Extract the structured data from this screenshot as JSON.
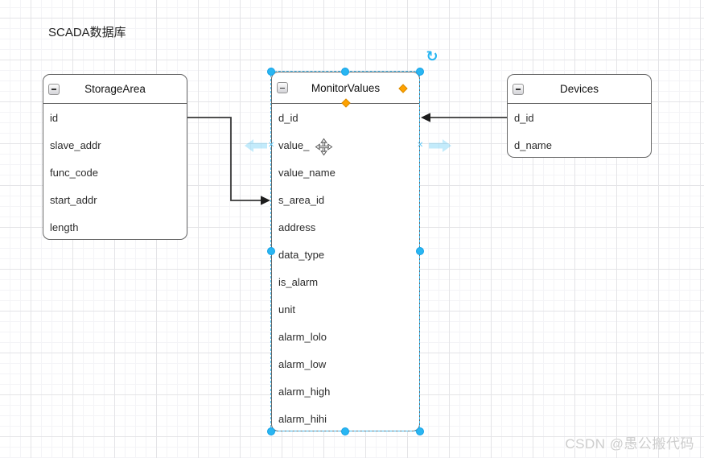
{
  "title": {
    "text": "SCADA数据库"
  },
  "watermark": {
    "text": "CSDN @愚公搬代码"
  },
  "diagram": {
    "entities": [
      {
        "name": "StorageArea",
        "fields": [
          "id",
          "slave_addr",
          "func_code",
          "start_addr",
          "length"
        ]
      },
      {
        "name": "MonitorValues",
        "selected": true,
        "fields": [
          "d_id",
          "value_",
          "value_name",
          "s_area_id",
          "address",
          "data_type",
          "is_alarm",
          "unit",
          "alarm_lolo",
          "alarm_low",
          "alarm_high",
          "alarm_hihi"
        ]
      },
      {
        "name": "Devices",
        "fields": [
          "d_id",
          "d_name"
        ]
      }
    ],
    "relations": [
      {
        "from": "StorageArea.id",
        "to": "MonitorValues.s_area_id"
      },
      {
        "from": "Devices.d_id",
        "to": "MonitorValues.d_id"
      }
    ]
  },
  "colors": {
    "selection": "#29b6f2",
    "diamond_marker": "#ffa200",
    "entity_border": "#666666",
    "connector": "#383838"
  },
  "icons": {
    "rotate_glyph": "↻"
  }
}
